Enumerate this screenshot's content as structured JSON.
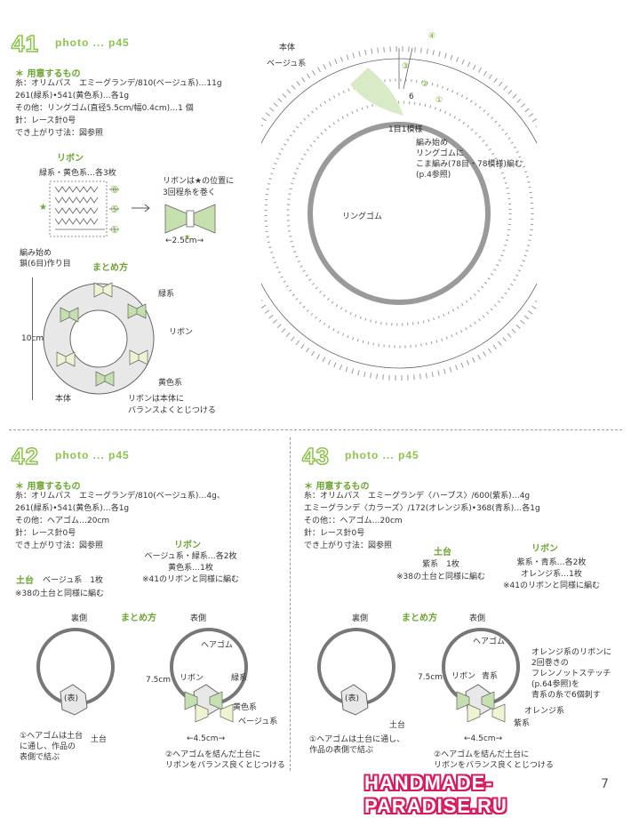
{
  "p41": {
    "number": "41",
    "photo": "photo ... p45",
    "materials_title": "用意するもの",
    "lines": [
      "糸：オリムパス　エミーグランデ/810(ベージュ系)…11g",
      "261(緑系)•541(黄色系)…各1g",
      "その他：リングゴム(直径5.5cm/幅0.4cm)…1 個",
      "針：レース針0号",
      "でき上がり寸法：図参照"
    ],
    "ribbon_title": "リボン",
    "ribbon_colors": "緑系・黄色系…各3枚",
    "row_labels": [
      "⑧",
      "⑤",
      "①"
    ],
    "ribbon_start": "編み始め",
    "ribbon_chain": "鎖(6目)作り目",
    "ribbon_note1": "リボンは★の位置に",
    "ribbon_note2": "3回程糸を巻く",
    "ribbon_width": "2.5cm",
    "assembly_title": "まとめ方",
    "assembly_size": "10cm",
    "assembly_labels": {
      "green": "緑系",
      "ribbon": "リボン",
      "yellow": "黄色系",
      "body": "本体",
      "note1": "リボンは本体に",
      "note2": "バランスよくとじつける"
    },
    "diagram": {
      "title": "本体",
      "color": "ベージュ系",
      "marks": [
        "④",
        "③",
        "②",
        "①",
        "6"
      ],
      "pattern": "1目1模様",
      "start1": "編み始め",
      "start2": "リングゴムに",
      "start3": "こま編み(78目・78模様)編む",
      "start4": "(p.4参照)",
      "ring": "リングゴム"
    }
  },
  "p42": {
    "number": "42",
    "photo": "photo ... p45",
    "materials_title": "用意するもの",
    "lines": [
      "糸：オリムパス　エミーグランデ/810(ベージュ系)…4g、",
      "261(緑系)•541(黄色系)…各1g",
      "その他：ヘアゴム…20cm",
      "針：レース針0号",
      "でき上がり寸法：図参照"
    ],
    "ribbon_title": "リボン",
    "ribbon_lines": [
      "ベージュ系・緑系…各2枚",
      "黄色系…1枚",
      "※41のリボンと同様に編む"
    ],
    "base_title": "土台",
    "base_color": "ベージュ系　1枚",
    "base_note": "※38の土台と同様に編む",
    "assembly_title": "まとめ方",
    "back": "裏側",
    "front": "表側",
    "omote": "(表)",
    "dodai": "土台",
    "hair": "ヘアゴム",
    "height": "7.5cm",
    "width": "4.5cm",
    "labels": {
      "ribbon": "リボン",
      "green": "緑系",
      "yellow": "黄色系",
      "beige": "ベージュ系"
    },
    "note1": [
      "①ヘアゴムは土台",
      "に通し、作品の",
      "表側で結ぶ"
    ],
    "note2": [
      "②ヘアゴムを結んだ土台に",
      "リボンをバランス良くとじつける"
    ]
  },
  "p43": {
    "number": "43",
    "photo": "photo ... p45",
    "materials_title": "用意するもの",
    "lines": [
      "糸：オリムパス　エミーグランデ〈ハーブス〉/600(紫系)…4g",
      "エミーグランデ〈カラーズ〉/172(オレンジ系)•368(青系)…各1g",
      "その他：：ヘアゴム…20cm",
      "針：レース針0号",
      "でき上がり寸法：図参照"
    ],
    "base_title": "土台",
    "base_lines": [
      "紫系　1枚",
      "※38の土台と同様に編む"
    ],
    "ribbon_title": "リボン",
    "ribbon_lines": [
      "紫系・青系…各2枚",
      "オレンジ系…1枚",
      "※41のリボンと同様に編む"
    ],
    "assembly_title": "まとめ方",
    "back": "裏側",
    "front": "表側",
    "omote": "(表)",
    "dodai": "土台",
    "hair": "ヘアゴム",
    "height": "7.5cm",
    "width": "4.5cm",
    "labels": {
      "ribbon": "リボン",
      "blue": "青系",
      "orange": "オレンジ系",
      "purple": "紫系"
    },
    "orange_note": [
      "オレンジ系のリボンに",
      "2回巻きの",
      "フレンノットステッチ",
      "(p.64参照)を",
      "青系の糸で6個刺す"
    ],
    "note1": [
      "①ヘアゴムは土台に通し、",
      "作品の表側で結ぶ"
    ],
    "note2": [
      "②ヘアゴムを結んだ土台に",
      "リボンをバランス良くとじつける"
    ]
  },
  "watermark": "HANDMADE-PARADISE.RU",
  "page_fragment": "7",
  "colors": {
    "accent": "#6aa52e",
    "leaf": "#d9ebc6",
    "ribbon_green": "#c6dfae",
    "ribbon_yellow": "#eef3d2",
    "watermark": "#d81b60"
  }
}
